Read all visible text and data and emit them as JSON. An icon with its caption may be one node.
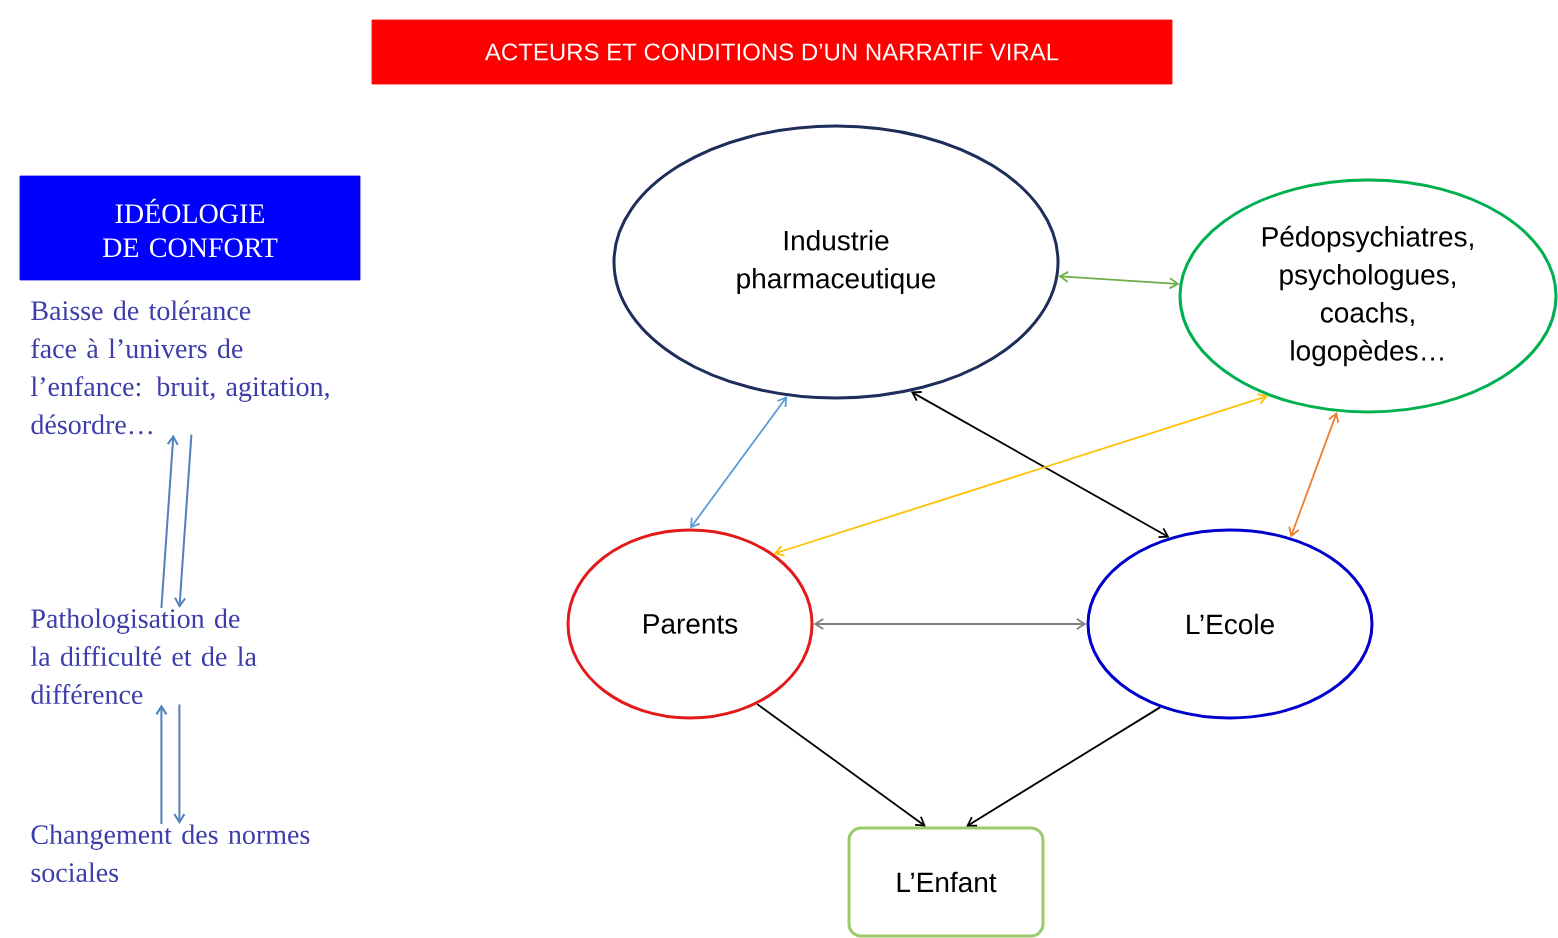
{
  "diagram": {
    "nodes": [
      {
        "text": [
          "ACTEURS ET CONDITIONS D’UN NARRATIF VIRAL"
        ]
      },
      {
        "text": [
          "IDÉOLOGIE DE CONFORT"
        ]
      },
      {
        "text": [
          "Baisse de tolérance face à l’univers de l’enfance: bruit, agitation, désordre…"
        ]
      },
      {
        "text": [
          "Pathologisation de la difficulté et de la différence"
        ]
      },
      {
        "text": [
          "Changement des normes sociales"
        ]
      },
      {
        "text": [
          "Industrie pharmaceutique"
        ]
      },
      {
        "text": [
          "Pédopsychiatres, psychologues, coachs, logopèdes…"
        ]
      },
      {
        "text": [
          "Parents"
        ]
      },
      {
        "text": [
          "L’Ecole"
        ]
      },
      {
        "text": [
          "L’Enfant"
        ]
      }
    ],
    "edges": [
      {
        "from": 3,
        "to": 2,
        "arrow": "to",
        "color": "#4f81bd"
      },
      {
        "from": 2,
        "to": 3,
        "arrow": "to",
        "color": "#4f81bd"
      },
      {
        "from": 4,
        "to": 3,
        "arrow": "to",
        "color": "#4f81bd"
      },
      {
        "from": 3,
        "to": 4,
        "arrow": "to",
        "color": "#4f81bd"
      },
      {
        "from": 5,
        "to": 6,
        "arrow": "both",
        "color": "#70ad47"
      },
      {
        "from": 5,
        "to": 7,
        "arrow": "both",
        "color": "#5b9bd5"
      },
      {
        "from": 5,
        "to": 8,
        "arrow": "both",
        "color": "#000000"
      },
      {
        "from": 6,
        "to": 7,
        "arrow": "both",
        "color": "#ffc000"
      },
      {
        "from": 6,
        "to": 8,
        "arrow": "both",
        "color": "#ed7d31"
      },
      {
        "from": 7,
        "to": 8,
        "arrow": "both",
        "color": "#808080"
      },
      {
        "from": 7,
        "to": 9,
        "arrow": "to",
        "color": "#000000"
      },
      {
        "from": 8,
        "to": 9,
        "arrow": "to",
        "color": "#000000"
      }
    ]
  }
}
